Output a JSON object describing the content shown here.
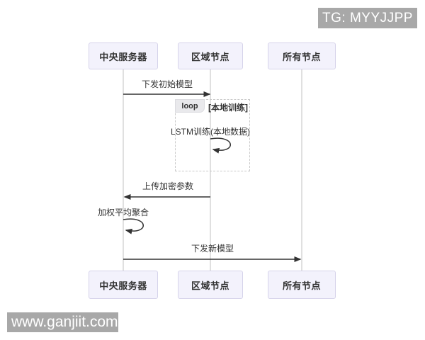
{
  "watermarks": {
    "top": "TG: MYYJJPP",
    "bottom": "www.ganjiit.com"
  },
  "actors": [
    {
      "name": "中央服务器"
    },
    {
      "name": "区域节点"
    },
    {
      "name": "所有节点"
    }
  ],
  "loop": {
    "keyword": "loop",
    "condition": "[本地训练]"
  },
  "messages": [
    {
      "from": "中央服务器",
      "to": "区域节点",
      "label": "下发初始模型",
      "type": "solid-arrow"
    },
    {
      "from": "区域节点",
      "to": "区域节点",
      "label": "LSTM训练(本地数据)",
      "type": "self-loop",
      "in_loop": true
    },
    {
      "from": "区域节点",
      "to": "中央服务器",
      "label": "上传加密参数",
      "type": "solid-arrow"
    },
    {
      "from": "中央服务器",
      "to": "中央服务器",
      "label": "加权平均聚合",
      "type": "self-loop"
    },
    {
      "from": "中央服务器",
      "to": "所有节点",
      "label": "下发新模型",
      "type": "solid-arrow"
    }
  ],
  "colors": {
    "bg": "#ffffff",
    "actor-fill": "#f3f2fc",
    "actor-border": "#d6d3ea",
    "lifeline": "#cccccc",
    "arrow": "#333333",
    "loop-border": "#c9c9c9",
    "loop-tab": "#e9e9ec",
    "text": "#333333",
    "wm-bg": "#a8a8a8",
    "wm-text": "#ffffff"
  }
}
